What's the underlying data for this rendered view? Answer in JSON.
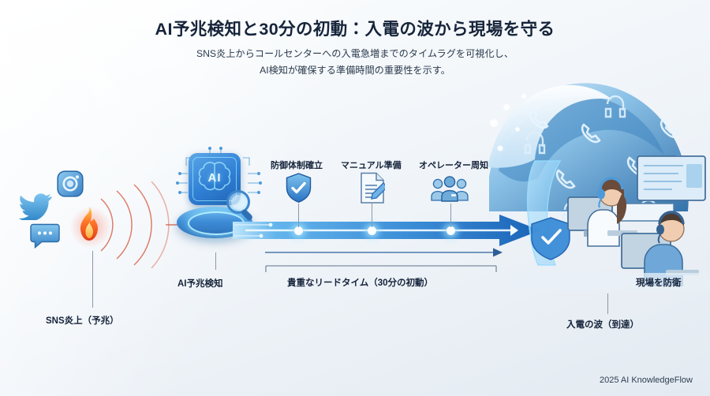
{
  "header": {
    "title": "AI予兆検知と30分の初動：入電の波から現場を守る",
    "subtitle_line1": "SNS炎上からコールセンターへの入電急増までのタイムラグを可視化し、",
    "subtitle_line2": "AI検知が確保する準備時間の重要性を示す。"
  },
  "nodes": {
    "sns": "SNS炎上（予兆）",
    "ai": "AI予兆検知",
    "wave": "入電の波（到達）",
    "defend": "現場を防衛"
  },
  "milestones": [
    {
      "label": "防御体制確立",
      "icon": "shield-check-icon"
    },
    {
      "label": "マニュアル準備",
      "icon": "document-pencil-icon"
    },
    {
      "label": "オペレーター周知",
      "icon": "people-group-icon"
    }
  ],
  "leadtime": {
    "label": "貴重なリードタイム（30分の初動）"
  },
  "icons": {
    "twitter": "twitter-bird-icon",
    "instagram": "instagram-camera-icon",
    "chat": "chat-bubble-icon",
    "flame": "flame-icon",
    "ai_chip": "ai-brain-chip-icon",
    "magnifier": "magnifier-icon",
    "wave": "wave-icon",
    "shield_barrier": "shield-barrier-icon",
    "operator_female": "operator-female-icon",
    "operator_male": "operator-male-icon"
  },
  "ai_chip_label": "AI",
  "footer": "2025 AI KnowledgeFlow",
  "colors": {
    "title": "#16243a",
    "accent_blue": "#2f7fd4",
    "arrow_blue": "#1f6fc4",
    "glow_cyan": "#8ce4ff",
    "alert_red": "#e2512e",
    "background": "#eef3f8"
  }
}
